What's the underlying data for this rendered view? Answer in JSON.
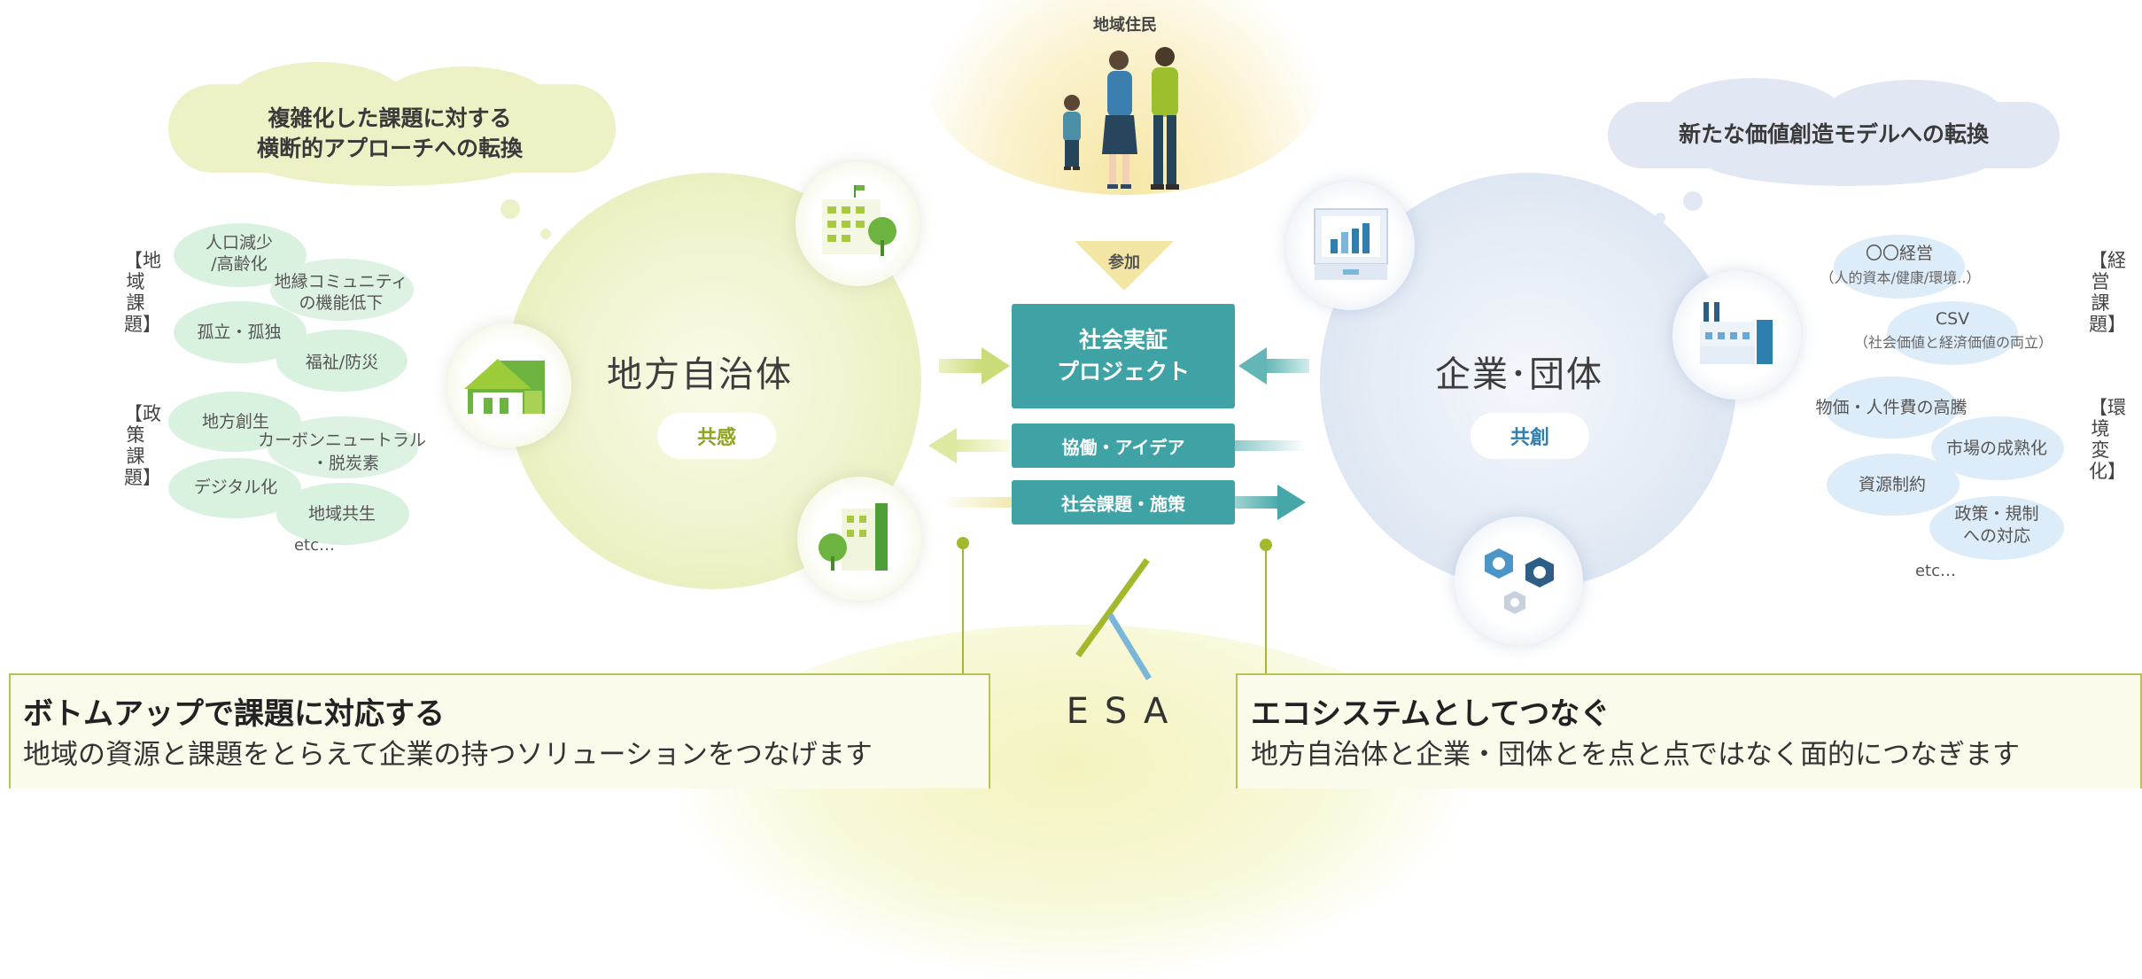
{
  "top_people": {
    "label": "地域住民"
  },
  "left_cloud": {
    "line1": "複雑化した課題に対する",
    "line2": "横断的アプローチへの転換"
  },
  "right_cloud": {
    "text": "新たな価値創造モデルへの転換"
  },
  "left_circle": {
    "title": "地方自治体",
    "badge": "共感"
  },
  "right_circle": {
    "title": "企業･団体",
    "badge": "共創"
  },
  "left_brackets": {
    "regional": "【地域課題】",
    "policy": "【政策課題】"
  },
  "right_brackets": {
    "management": "【経営課題】",
    "environment": "【環境変化】"
  },
  "left_items": {
    "pop1": "人口減少",
    "pop2": "/高齢化",
    "community1": "地縁コミュニティ",
    "community2": "の機能低下",
    "isolation": "孤立・孤独",
    "welfare": "福祉/防災",
    "revital": "地方創生",
    "carbon1": "カーボンニュートラル",
    "carbon2": "・脱炭素",
    "digital": "デジタル化",
    "coexist": "地域共生",
    "etc": "etc…"
  },
  "right_items": {
    "mgmt": "〇〇経営",
    "mgmt_sub": "（人的資本/健康/環境..）",
    "csv": "CSV",
    "csv_sub": "（社会価値と経済価値の両立）",
    "prices": "物価・人件費の高騰",
    "maturity": "市場の成熟化",
    "resources": "資源制約",
    "policy1": "政策・規制",
    "policy2": "への対応",
    "etc": "etc…"
  },
  "center": {
    "join": "参加",
    "project1": "社会実証",
    "project2": "プロジェクト",
    "collab": "協働・アイデア",
    "issues": "社会課題・施策"
  },
  "logo": {
    "text": "ESA"
  },
  "bottom_left": {
    "heading": "ボトムアップで課題に対応する",
    "sub": "地域の資源と課題をとらえて企業の持つソリューションをつなげます"
  },
  "bottom_right": {
    "heading": "エコシステムとしてつなぐ",
    "sub": "地方自治体と企業・団体とを点と点ではなく面的につなぎます"
  },
  "colors": {
    "teal": "#3fa3a5",
    "olive": "#a4b82c",
    "blue": "#2f7fae",
    "lime_panel": "#fbfbec"
  }
}
